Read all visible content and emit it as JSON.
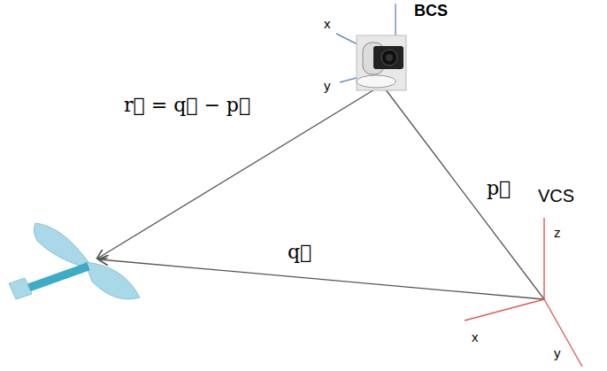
{
  "diagram": {
    "labels": [
      "BCS",
      "x",
      "y",
      "r⃗ = q⃗ − p⃗",
      "p⃗",
      "q⃗",
      "VCS",
      "z",
      "x",
      "y"
    ]
  }
}
